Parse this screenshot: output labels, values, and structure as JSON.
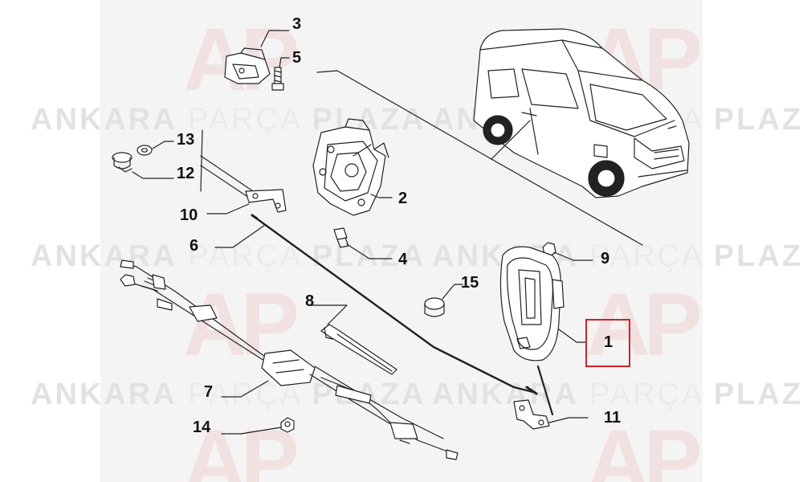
{
  "watermark": {
    "word1": "ANKARA",
    "word2": "PARÇA",
    "word3": "PLAZA",
    "logo": "AP"
  },
  "parts": [
    {
      "number": "1",
      "highlighted": true
    },
    {
      "number": "2"
    },
    {
      "number": "3"
    },
    {
      "number": "4"
    },
    {
      "number": "5"
    },
    {
      "number": "6"
    },
    {
      "number": "7"
    },
    {
      "number": "8"
    },
    {
      "number": "9"
    },
    {
      "number": "10"
    },
    {
      "number": "11"
    },
    {
      "number": "12"
    },
    {
      "number": "13"
    },
    {
      "number": "14"
    },
    {
      "number": "15"
    }
  ],
  "colors": {
    "highlight": "#d21f26",
    "line": "#222222",
    "watermark": "#e2e2e2"
  }
}
